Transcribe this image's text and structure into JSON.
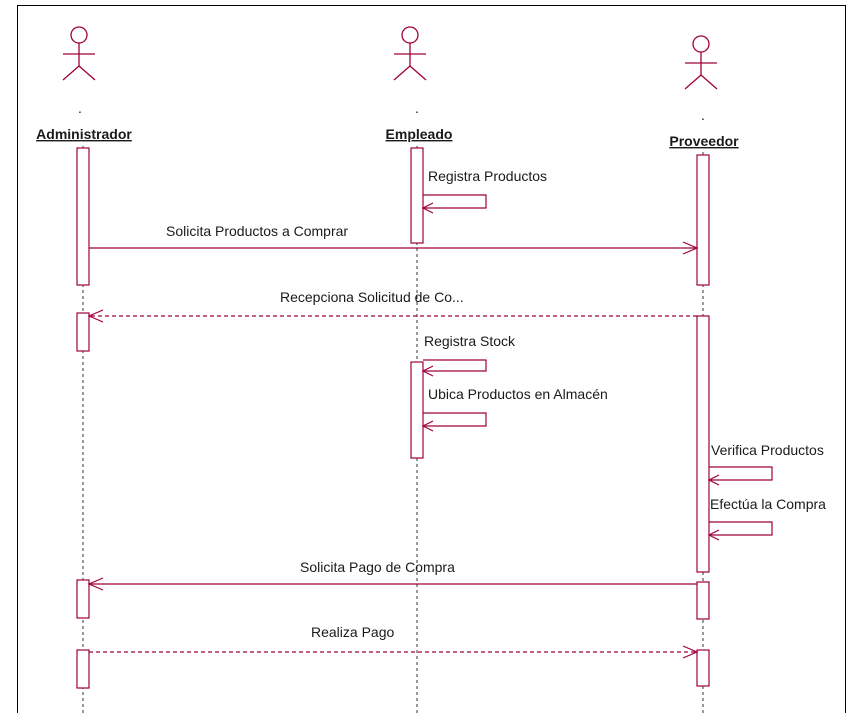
{
  "colors": {
    "line": "#a0003c",
    "text": "#1a1a1a",
    "frame": "#000000",
    "background": "#ffffff"
  },
  "actors": [
    {
      "id": "admin",
      "name": "Administrador",
      "stereotype": "."
    },
    {
      "id": "emp",
      "name": "Empleado",
      "stereotype": "."
    },
    {
      "id": "prov",
      "name": "Proveedor",
      "stereotype": "."
    }
  ],
  "messages": [
    {
      "label": "Registra Productos",
      "from": "emp",
      "to": "emp",
      "kind": "self"
    },
    {
      "label": "Solicita Productos a Comprar",
      "from": "admin",
      "to": "prov",
      "kind": "sync"
    },
    {
      "label": "Recepciona Solicitud de Co...",
      "from": "prov",
      "to": "admin",
      "kind": "return"
    },
    {
      "label": "Registra Stock",
      "from": "emp",
      "to": "emp",
      "kind": "self"
    },
    {
      "label": "Ubica Productos en Almacén",
      "from": "emp",
      "to": "emp",
      "kind": "self"
    },
    {
      "label": "Verifica Productos",
      "from": "prov",
      "to": "prov",
      "kind": "self"
    },
    {
      "label": "Efectúa la Compra",
      "from": "prov",
      "to": "prov",
      "kind": "self"
    },
    {
      "label": "Solicita Pago de Compra",
      "from": "prov",
      "to": "admin",
      "kind": "sync"
    },
    {
      "label": "Realiza Pago",
      "from": "admin",
      "to": "prov",
      "kind": "return"
    }
  ]
}
